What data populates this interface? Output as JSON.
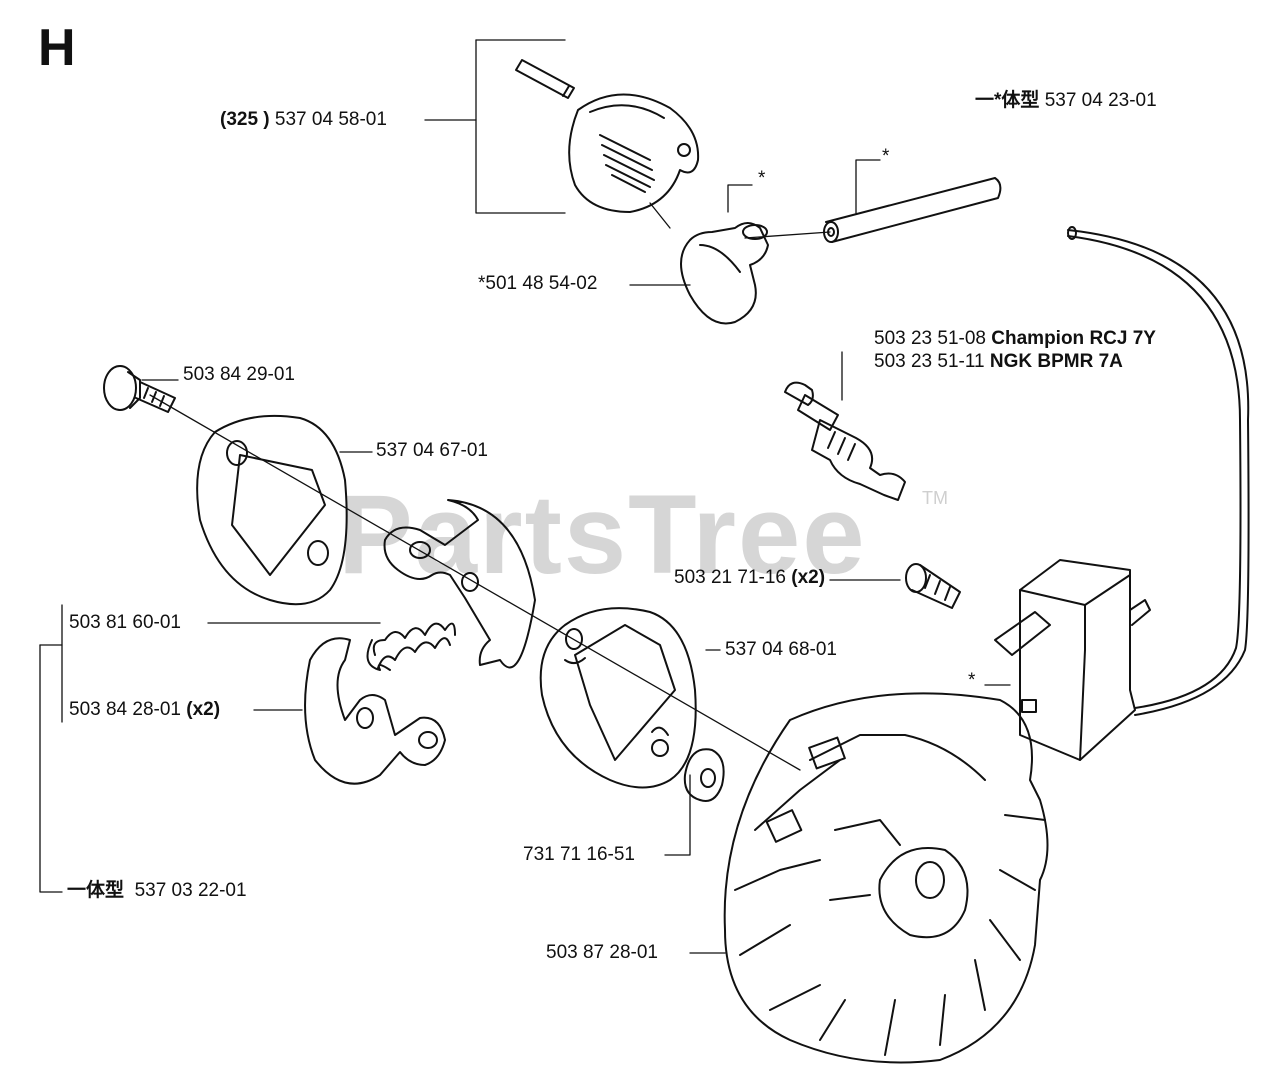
{
  "diagram": {
    "section_letter": "H",
    "watermark": {
      "text": "PartsTree",
      "mark": "TM"
    },
    "labels": {
      "cap_ref": "(325 )",
      "cap_part": "537 04 58-01",
      "ignition_kit_prefix": "一*体型",
      "ignition_kit_part": "537 04 23-01",
      "hv_lead_mark": "*",
      "boot_mark": "*",
      "spark_boot": "*501 48 54-02",
      "plug_1_part": "503 23 51-08",
      "plug_1_name": "Champion RCJ 7Y",
      "plug_2_part": "503 23 51-11",
      "plug_2_name": "NGK BPMR 7A",
      "screw": "503 84 29-01",
      "plate_1": "537 04 67-01",
      "coil_screw_part": "503 21 71-16",
      "coil_screw_qty": "(x2)",
      "spring": "503 81 60-01",
      "plate_2": "537 04 68-01",
      "shoe_part": "503 84 28-01",
      "shoe_qty": "(x2)",
      "module_mark": "*",
      "washer": "731 71 16-51",
      "clutch_prefix": "一体型",
      "clutch_part": "537 03 22-01",
      "flywheel": "503 87 28-01"
    }
  }
}
